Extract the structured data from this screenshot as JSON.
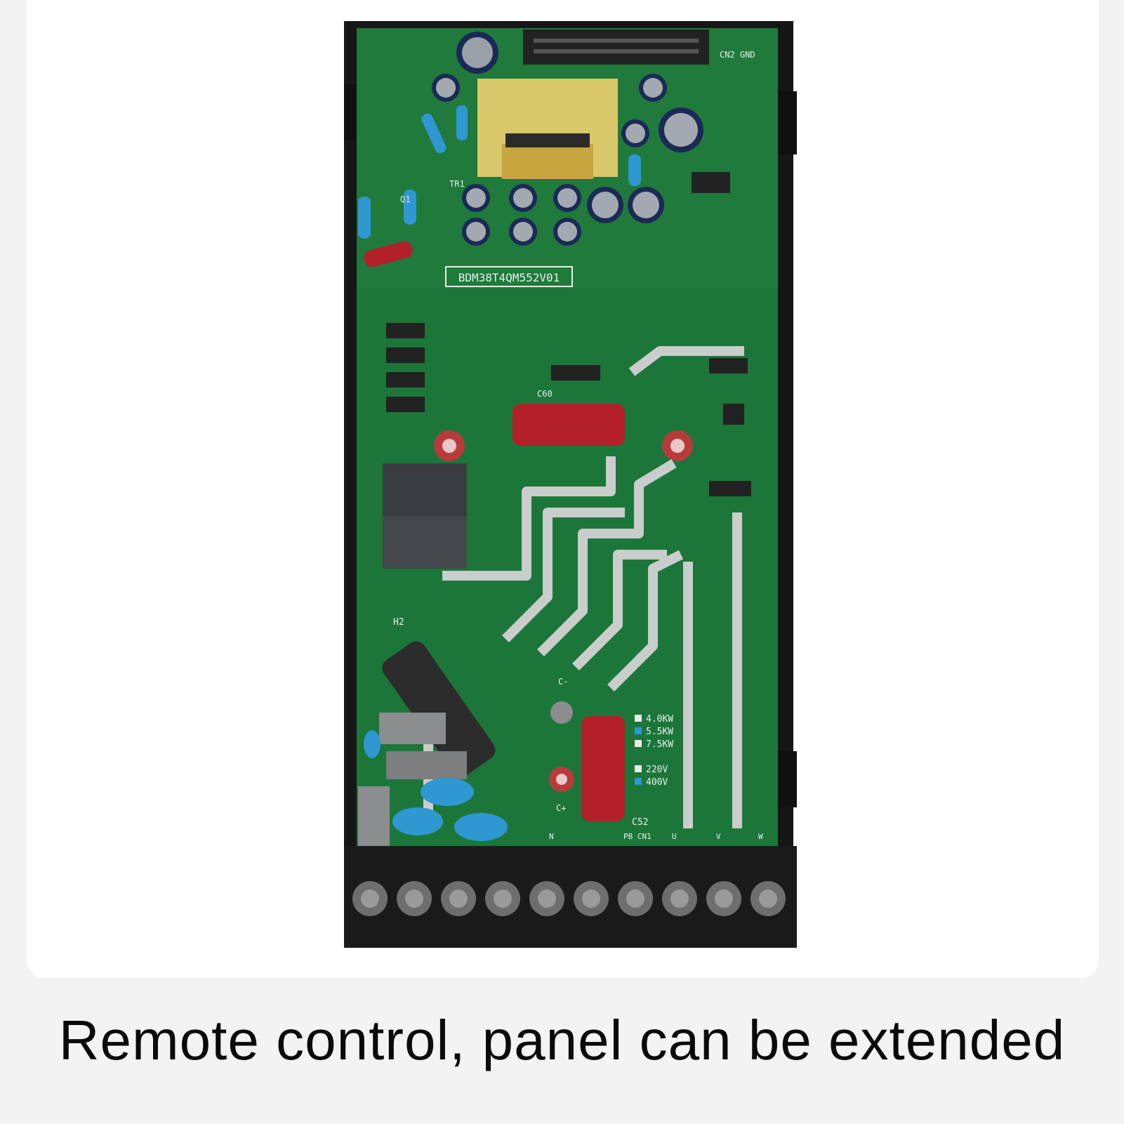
{
  "caption": "Remote control, panel can be extended",
  "board": {
    "model_label": "BDM38T4QM552V01",
    "silkscreen": {
      "c60": "C60",
      "c52": "C52",
      "h2": "H2",
      "tr1": "TR1",
      "q1": "Q1",
      "cn2_gnd": "CN2  GND",
      "pb_cn1": "PB CN1",
      "terminal_n": "N",
      "terminal_u": "U",
      "terminal_v": "V",
      "terminal_w": "W",
      "cminus": "C-",
      "cplus": "C+"
    },
    "power_options": [
      "4.0KW",
      "5.5KW",
      "7.5KW"
    ],
    "voltage_options": [
      "220V",
      "400V"
    ]
  },
  "colors": {
    "pcb_green": "#1f7a3c",
    "pcb_dark": "#145a2b",
    "trace_silver": "#c9cdcb",
    "capacitor_red": "#b3202a",
    "capacitor_blue": "#2f97d1",
    "transformer_yellow": "#d8c86a",
    "terminal_black": "#1a1a1a"
  }
}
